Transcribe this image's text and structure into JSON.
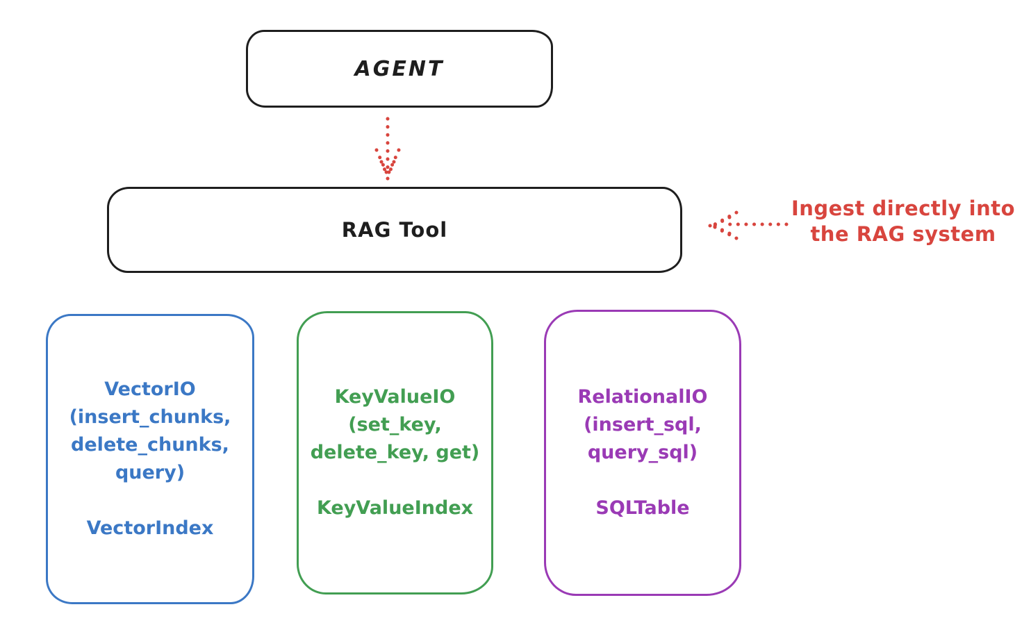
{
  "colors": {
    "ink": "#1e1e1e",
    "red": "#d8453e",
    "blue": "#3b78c5",
    "green": "#429e52",
    "purple": "#9a3ab5"
  },
  "agent": {
    "label": "AGENT"
  },
  "rag_tool": {
    "label": "RAG Tool"
  },
  "annotation": {
    "text": "Ingest directly into\nthe RAG system"
  },
  "backends": {
    "vector": {
      "text": "VectorIO\n(insert_chunks,\ndelete_chunks,\nquery)",
      "index": "VectorIndex"
    },
    "keyvalue": {
      "text": "KeyValueIO\n(set_key,\ndelete_key, get)",
      "index": "KeyValueIndex"
    },
    "relational": {
      "text": "RelationalIO\n(insert_sql,\nquery_sql)",
      "index": "SQLTable"
    }
  }
}
